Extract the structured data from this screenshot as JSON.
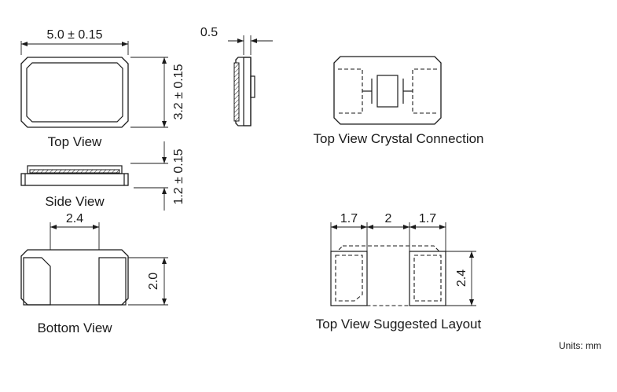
{
  "views": {
    "top": "Top View",
    "side": "Side View",
    "bottom": "Bottom View",
    "crystal": "Top View Crystal Connection",
    "layout": "Top View Suggested Layout"
  },
  "dimensions": {
    "length": "5.0 ± 0.15",
    "width": "3.2 ± 0.15",
    "lid": "0.5",
    "height": "1.2 ± 0.15",
    "pad_pitch": "2.4",
    "pad_height": "2.0",
    "layout_left": "1.7",
    "layout_gap": "2",
    "layout_right": "1.7",
    "layout_height": "2.4"
  },
  "units": "Units: mm"
}
